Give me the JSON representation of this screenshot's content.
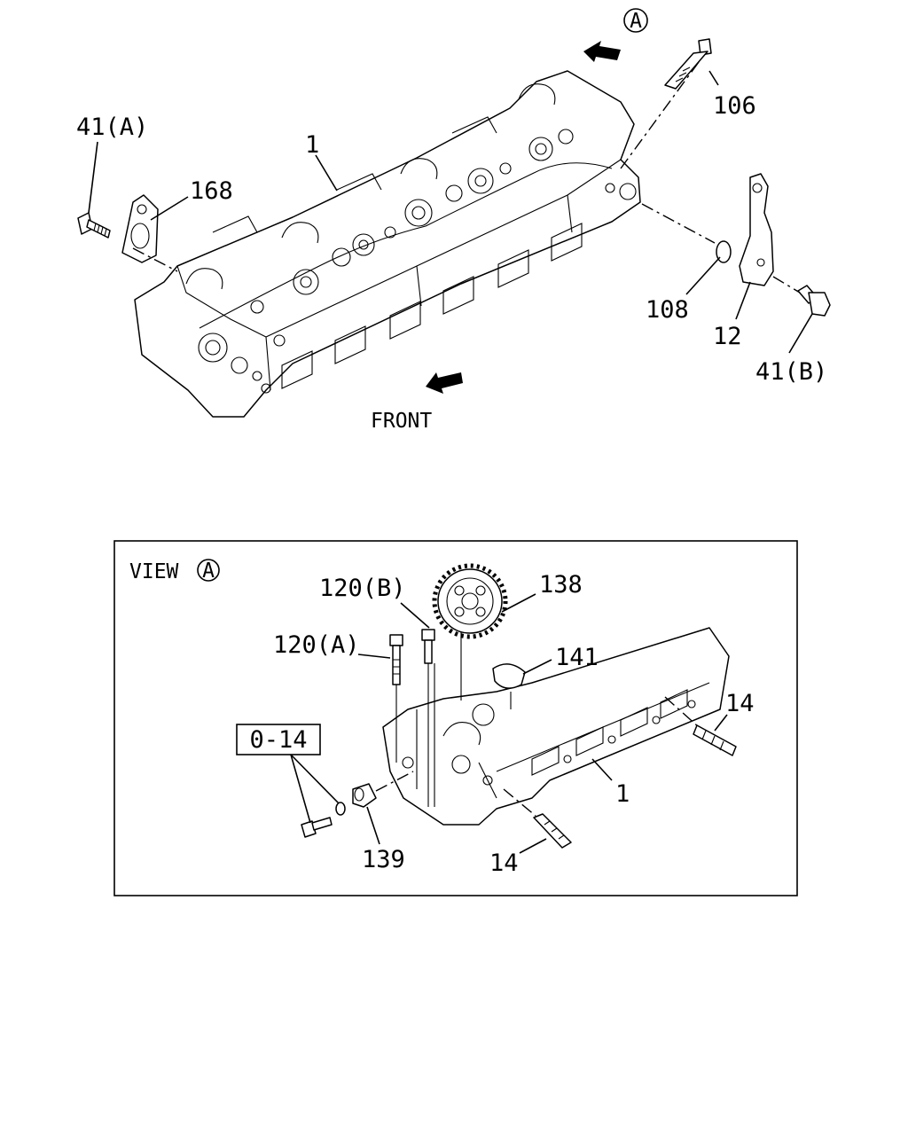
{
  "diagram": {
    "callouts": {
      "p1_top": "1",
      "p41a": "41(A)",
      "p168": "168",
      "p106": "106",
      "p108": "108",
      "p12": "12",
      "p41b": "41(B)",
      "front": "FRONT",
      "view_marker": "A",
      "view_title": "VIEW",
      "view_circle": "A",
      "p120b": "120(B)",
      "p120a": "120(A)",
      "p138": "138",
      "p141": "141",
      "p14_right": "14",
      "p14_bottom": "14",
      "p0_14": "0-14",
      "p139": "139",
      "p1_view": "1"
    }
  }
}
